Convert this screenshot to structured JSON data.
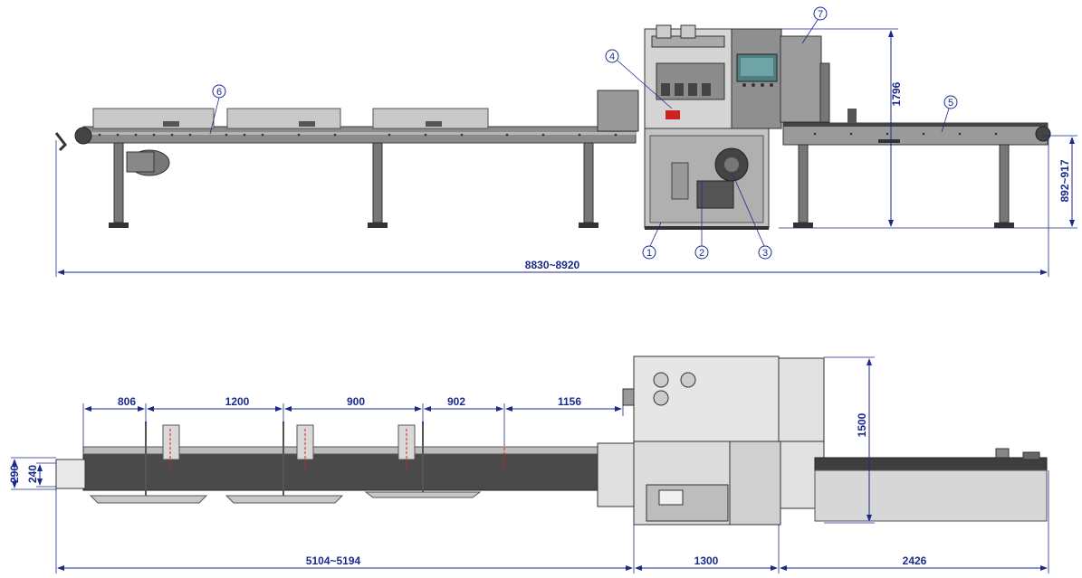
{
  "colors": {
    "dimension": "#1a2a8c",
    "frame": "#6b6b6b",
    "frame_dark": "#3d3d3d",
    "panel": "#cfcfcf",
    "panel_light": "#e6e6e6",
    "belt": "#555555",
    "accent_red": "#cc2222",
    "screen": "#4f7f80"
  },
  "side_view": {
    "overall_length": "8830~8920",
    "height_total": "1796",
    "height_conveyor": "892~917",
    "callouts": [
      "1",
      "2",
      "3",
      "4",
      "5",
      "6",
      "7"
    ]
  },
  "top_view": {
    "segments": [
      "806",
      "1200",
      "900",
      "902",
      "1156"
    ],
    "width_outer": "290",
    "width_inner": "240",
    "depth_machine": "1500",
    "length_infeed": "5104~5194",
    "length_machine": "1300",
    "length_outfeed": "2426"
  }
}
